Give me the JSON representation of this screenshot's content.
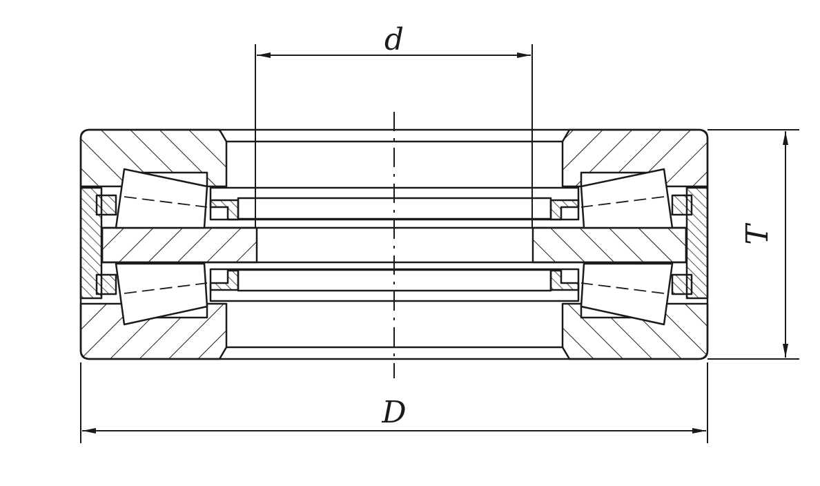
{
  "labels": {
    "inner_diameter": "d",
    "outer_diameter": "D",
    "height": "T"
  },
  "colors": {
    "line": "#1a1a1a",
    "background": "#ffffff"
  }
}
